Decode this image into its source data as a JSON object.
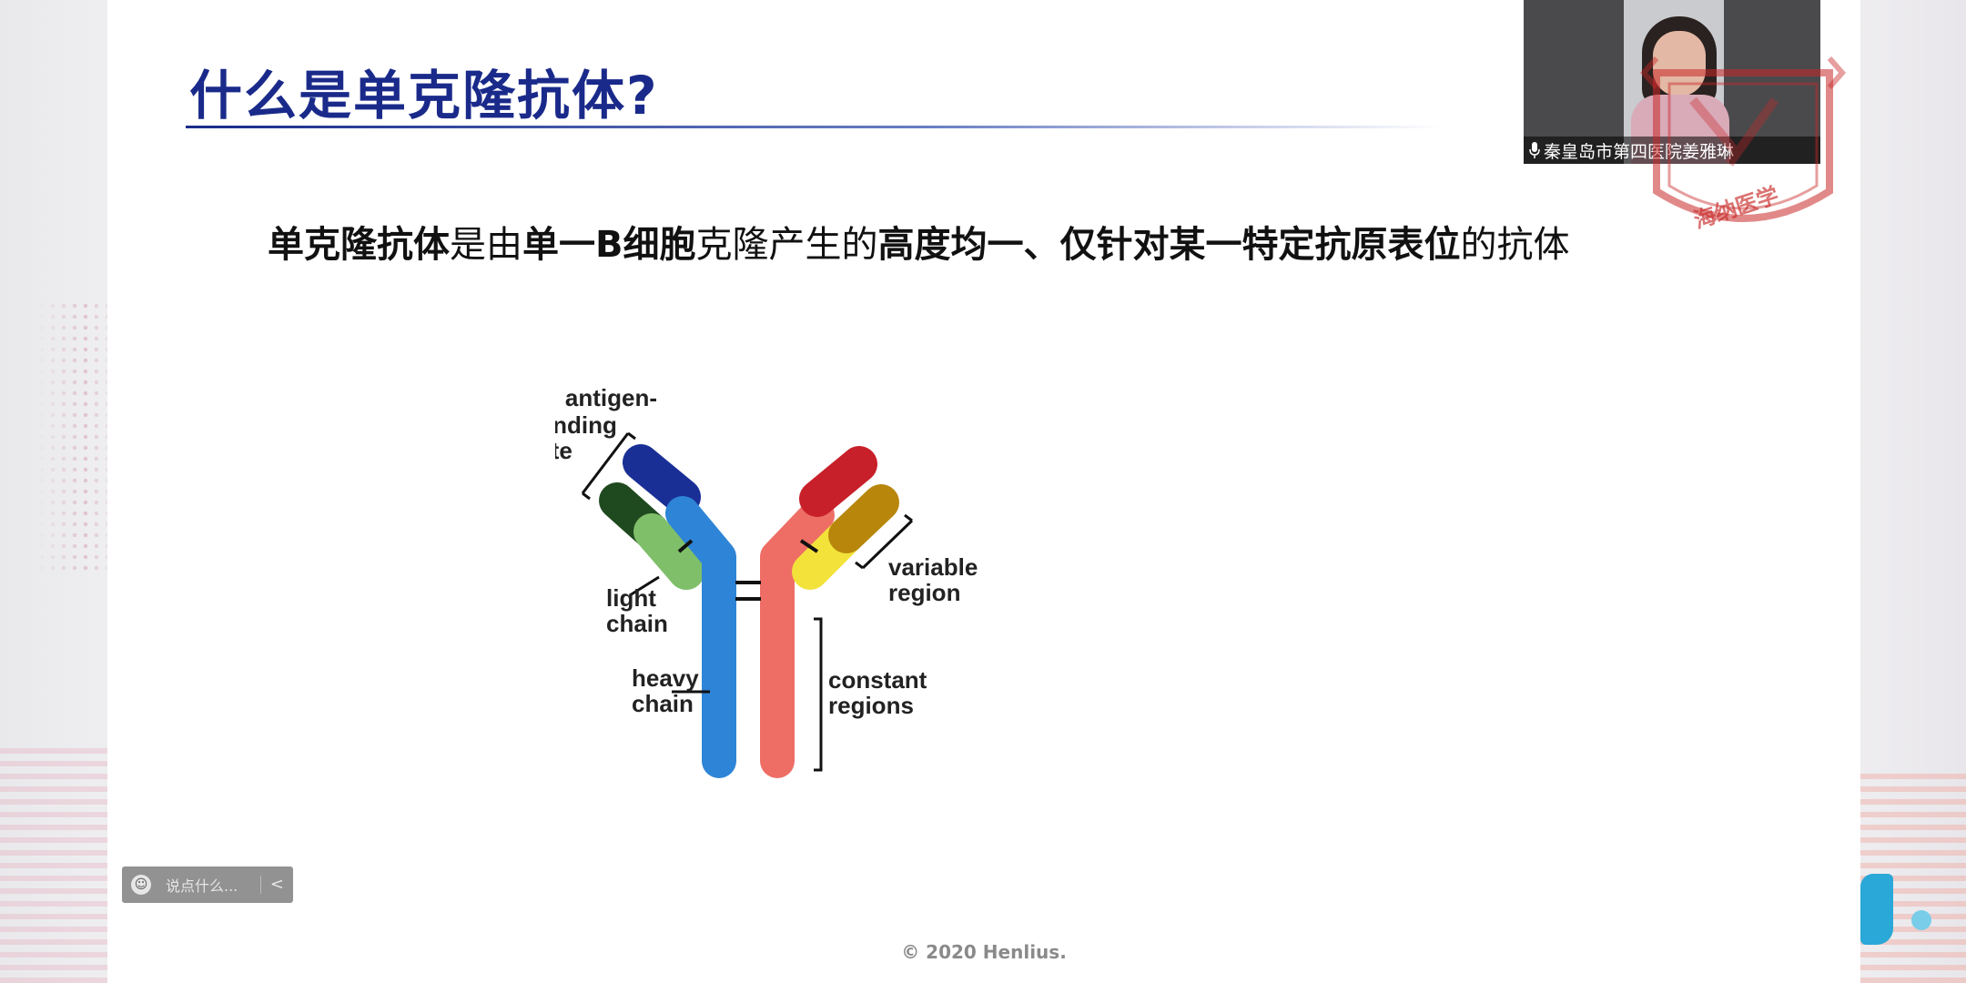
{
  "slide": {
    "title": "什么是单克隆抗体?",
    "definition": {
      "p1": "单克隆抗体",
      "p2": "是由",
      "p3": "单一B细胞",
      "p4": "克隆产生的",
      "p5": "高度均一、仅针对某一特定抗原表位",
      "p6": "的抗体"
    },
    "diagram": {
      "labels": {
        "antigen_line1": "antigen-",
        "antigen_line2": "binding",
        "antigen_line3": "site",
        "light_line1": "light",
        "light_line2": "chain",
        "heavy_line1": "heavy",
        "heavy_line2": "chain",
        "variable_line1": "variable",
        "variable_line2": "region",
        "constant_line1": "constant",
        "constant_line2": "regions"
      },
      "colors": {
        "heavy_left_variable": "#1a2f96",
        "heavy_left_constant": "#2e84d6",
        "light_left_variable": "#1f4a1f",
        "light_left_constant": "#7fbf6a",
        "heavy_right_variable": "#c8202a",
        "heavy_right_constant": "#ee6e66",
        "light_right_variable": "#b8860b",
        "light_right_constant": "#f2e23a"
      }
    },
    "footer": "© 2020 Henlius."
  },
  "chat": {
    "placeholder": "说点什么...",
    "collapse_glyph": "<"
  },
  "video": {
    "participant_name": "秦皇岛市第四医院姜雅琳"
  },
  "stamp": {
    "text": "海纳医学"
  }
}
